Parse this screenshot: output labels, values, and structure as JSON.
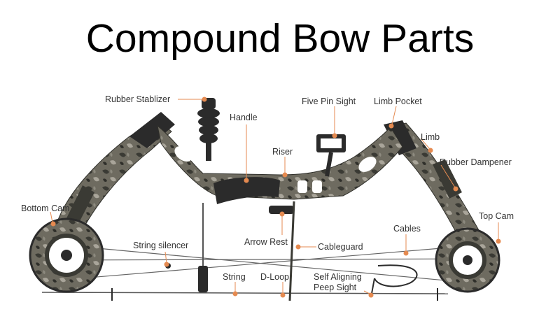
{
  "title": "Compound Bow Parts",
  "colors": {
    "leader": "#e58a50",
    "camo_dark": "#3a3a34",
    "camo_mid": "#6e6b60",
    "camo_light": "#a9a59a",
    "grip": "#2b2b2b",
    "string": "#555555"
  },
  "labels": {
    "rubber_stabilizer": "Rubber Stablizer",
    "handle": "Handle",
    "riser": "Riser",
    "five_pin_sight": "Five Pin Sight",
    "limb_pocket": "Limb Pocket",
    "limb": "Limb",
    "rubber_dampener": "Rubber Dampener",
    "bottom_cam": "Bottom Cam",
    "top_cam": "Top Cam",
    "cables": "Cables",
    "string_silencer": "String silencer",
    "arrow_rest": "Arrow Rest",
    "cableguard": "Cableguard",
    "string": "String",
    "d_loop": "D-Loop",
    "self_aligning_line1": "Self Aligning",
    "self_aligning_line2": "Peep Sight"
  }
}
